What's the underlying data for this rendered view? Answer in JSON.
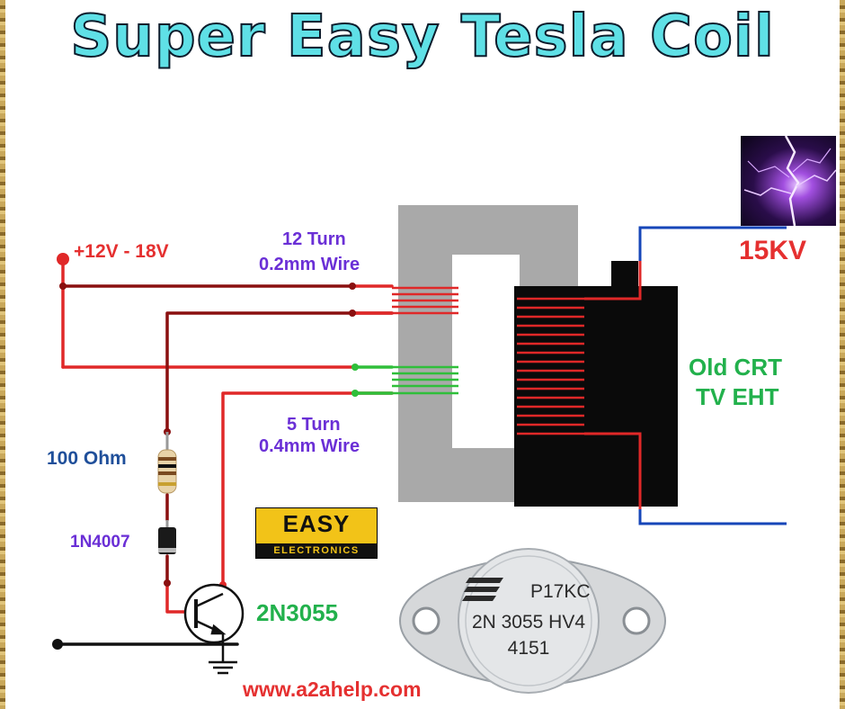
{
  "title": "Super Easy Tesla Coil",
  "labels": {
    "supply": "+12V - 18V",
    "primary_turns": "12 Turn",
    "primary_wire": "0.2mm Wire",
    "feedback_turns": "5 Turn",
    "feedback_wire": "0.4mm Wire",
    "resistor": "100 Ohm",
    "diode": "1N4007",
    "transistor": "2N3055",
    "output": "15KV",
    "flyback_line1": "Old CRT",
    "flyback_line2": "TV EHT",
    "website": "www.a2ahelp.com"
  },
  "badge": {
    "line1": "EASY",
    "line2": "ELECTRONICS"
  },
  "transistor_marking": {
    "line1": "P17KC",
    "line2": "2N 3055 HV4",
    "line3": "4151"
  },
  "colors": {
    "title": "#5fe0e6",
    "wire_red": "#e02828",
    "wire_dark": "#8a1010",
    "wire_green": "#2fbf3a",
    "wire_blue": "#1646b8",
    "core": "#a9a9a9",
    "flyback": "#0a0a0a"
  },
  "icons": [
    "spark-photo",
    "easy-electronics-logo",
    "transistor-photo",
    "ground-icon",
    "npn-transistor-icon",
    "resistor-icon",
    "diode-icon"
  ]
}
